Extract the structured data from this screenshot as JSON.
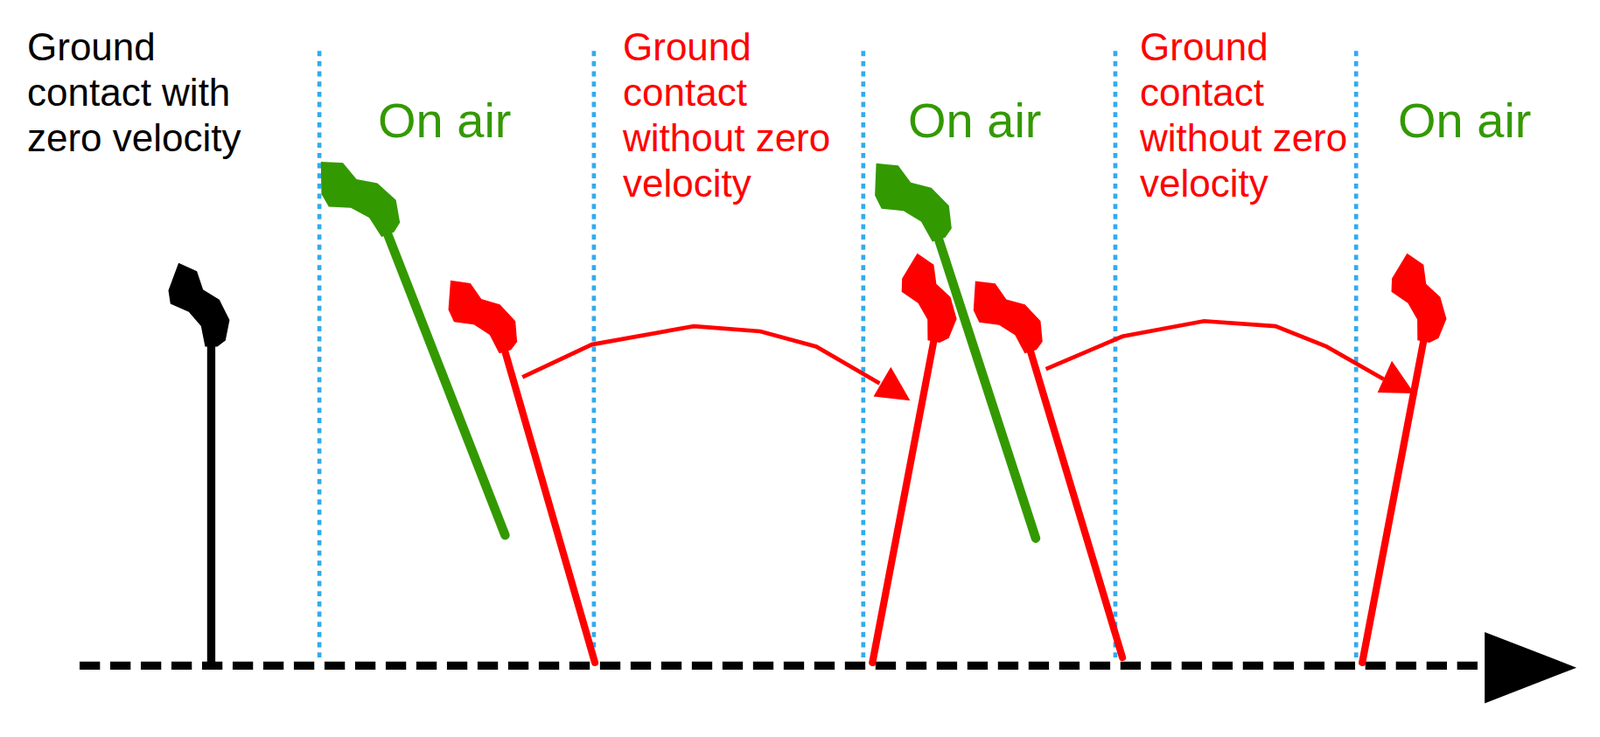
{
  "diagram": {
    "labels": [
      "Ground contact with zero velocity",
      "On air",
      "Ground contact without zero velocity",
      "On air",
      "Ground contact without zero velocity",
      "On air"
    ]
  }
}
